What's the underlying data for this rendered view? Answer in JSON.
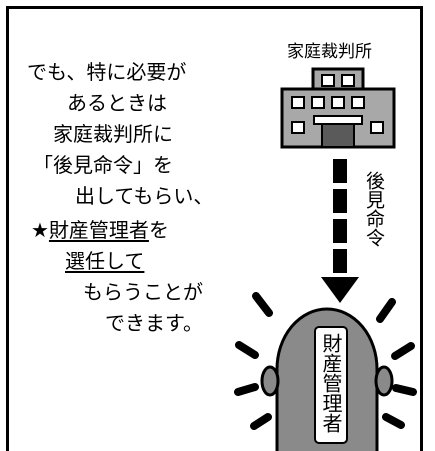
{
  "narration": {
    "line1": "でも、特に必要が",
    "line2": "あるときは",
    "line3": "家庭裁判所に",
    "line4": "「後見命令」を",
    "line5": "出してもらい、",
    "line6_star": "★",
    "line6_underlined": "財産管理者",
    "line6_rest": "を",
    "line7": "選任して",
    "line8": "もらうことが",
    "line9": "できます。"
  },
  "court": {
    "label": "家庭裁判所"
  },
  "order": {
    "label": "後見命令"
  },
  "person": {
    "badge": "財産管理者"
  },
  "colors": {
    "building": "#a8a8a8",
    "door": "#5a5a5a",
    "head": "#8a8a8a",
    "ink": "#000000"
  }
}
